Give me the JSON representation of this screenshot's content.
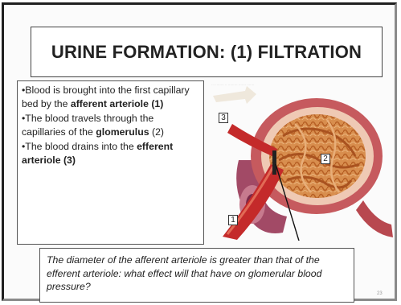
{
  "slide": {
    "title": "URINE FORMATION: (1) FILTRATION",
    "bullets": [
      {
        "prefix": "•Blood is brought into the first capillary bed by the ",
        "bold": "afferent arteriole (1)",
        "suffix": ""
      },
      {
        "prefix": "•The blood travels through the capillaries of  the ",
        "bold": "glomerulus",
        "suffix": " (2)"
      },
      {
        "prefix": "•The blood drains into the ",
        "bold": "efferent arteriole (3)",
        "suffix": ""
      }
    ],
    "diagram_labels": {
      "label_1": "1",
      "label_2": "2",
      "label_3": "3"
    },
    "question": "The diameter of the afferent arteriole is greater than that of the efferent arteriole: what effect will that have on glomerular blood pressure?",
    "slide_number": "23"
  },
  "colors": {
    "capillary": "#d2803e",
    "capsule": "#c7515a",
    "arteriole_red": "#c42a2a",
    "tubule": "#9a3f5f"
  }
}
